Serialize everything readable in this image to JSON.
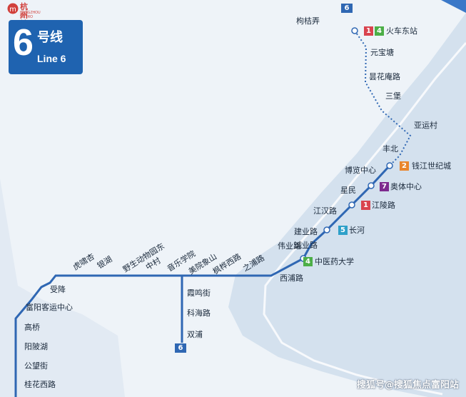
{
  "brand": {
    "name": "杭州地铁",
    "name_en": "HANGZHOU METRO"
  },
  "line": {
    "number": "6",
    "name": "号线",
    "name_en": "Line 6",
    "color": "#2f67b3"
  },
  "stations": [
    {
      "id": "gouju",
      "name": "枸桔弄",
      "transfers": []
    },
    {
      "id": "huoche",
      "name": "火车东站",
      "transfers": [
        "1",
        "4"
      ]
    },
    {
      "id": "yuanbao",
      "name": "元宝塘",
      "transfers": []
    },
    {
      "id": "kunhua",
      "name": "昙花庵路",
      "transfers": []
    },
    {
      "id": "sanbao",
      "name": "三堡",
      "transfers": []
    },
    {
      "id": "yayun",
      "name": "亚运村",
      "transfers": []
    },
    {
      "id": "fengbei",
      "name": "丰北",
      "transfers": []
    },
    {
      "id": "qianjiang",
      "name": "钱江世纪城",
      "transfers": [
        "2"
      ]
    },
    {
      "id": "bolan",
      "name": "博览中心",
      "transfers": []
    },
    {
      "id": "aoti",
      "name": "奥体中心",
      "transfers": [
        "7"
      ]
    },
    {
      "id": "xingmin",
      "name": "星民",
      "transfers": []
    },
    {
      "id": "jiangling",
      "name": "江陵路",
      "transfers": [
        "1"
      ]
    },
    {
      "id": "jianghan",
      "name": "江汉路",
      "transfers": []
    },
    {
      "id": "changhe",
      "name": "长河",
      "transfers": [
        "5"
      ]
    },
    {
      "id": "jianye",
      "name": "建业路",
      "transfers": []
    },
    {
      "id": "chengye",
      "name": "诚业路",
      "transfers": []
    },
    {
      "id": "weiye",
      "name": "伟业路",
      "transfers": []
    },
    {
      "id": "zhongyiyao",
      "name": "中医药大学",
      "transfers": [
        "4"
      ]
    },
    {
      "id": "xipu",
      "name": "西浦路",
      "transfers": []
    },
    {
      "id": "zhipu",
      "name": "之浦路",
      "transfers": []
    },
    {
      "id": "fengqiao",
      "name": "枫桦西路",
      "transfers": []
    },
    {
      "id": "meiyuan",
      "name": "美院象山",
      "transfers": []
    },
    {
      "id": "yinyue",
      "name": "音乐学院",
      "transfers": []
    },
    {
      "id": "zhongcun",
      "name": "中村",
      "transfers": []
    },
    {
      "id": "yesheng",
      "name": "野生动物园东",
      "transfers": []
    },
    {
      "id": "yinhu",
      "name": "银湖",
      "transfers": []
    },
    {
      "id": "huxiao",
      "name": "虎啸杏",
      "transfers": []
    },
    {
      "id": "shoujiang",
      "name": "受降",
      "transfers": []
    },
    {
      "id": "fuyangkeyun",
      "name": "富阳客运中心",
      "transfers": []
    },
    {
      "id": "gaoqiao",
      "name": "高桥",
      "transfers": []
    },
    {
      "id": "yanglinghu",
      "name": "阳陂湖",
      "transfers": []
    },
    {
      "id": "gongwang",
      "name": "公望街",
      "transfers": []
    },
    {
      "id": "guihua",
      "name": "桂花西路",
      "transfers": []
    },
    {
      "id": "xiaming",
      "name": "霞鸣街",
      "transfers": []
    },
    {
      "id": "kehai",
      "name": "科海路",
      "transfers": []
    },
    {
      "id": "shuangpu",
      "name": "双浦",
      "transfers": []
    }
  ],
  "line_colors": {
    "1": "#d9434e",
    "2": "#e9862c",
    "4": "#4cae47",
    "5": "#2ea0c9",
    "7": "#7d2a8e"
  },
  "terminal_tag": "6",
  "watermark": "搜狐号@搜狐焦点富阳站"
}
